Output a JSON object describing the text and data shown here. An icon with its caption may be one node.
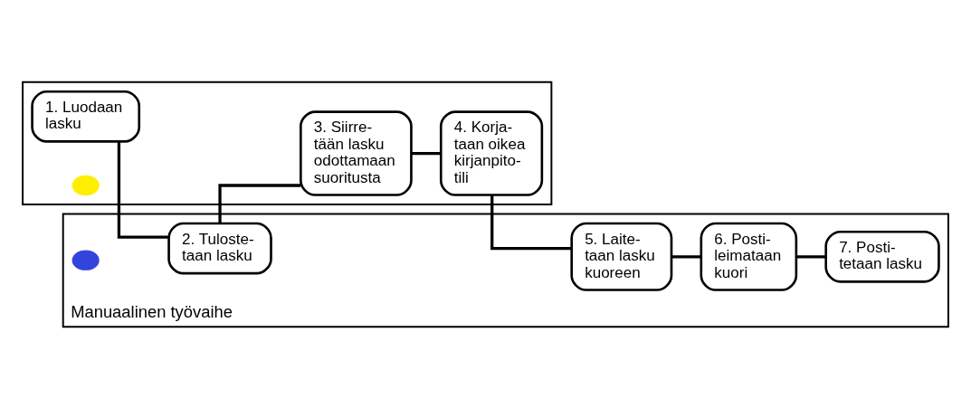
{
  "diagram": {
    "nodes": [
      {
        "text": [
          "Manuaalinen työvaihe"
        ]
      },
      {
        "text": [],
        "shape": "band"
      },
      {
        "text": [
          "1. Luodaan lasku"
        ],
        "in": 1
      },
      {
        "text": [
          "2. Tuloste- taan lasku"
        ],
        "in": 0
      },
      {
        "text": [
          "3. Siirre- tään lasku odottamaan suoritusta"
        ],
        "in": 1
      },
      {
        "text": [
          "4. Korja- taan oikea kirjanpito- tili"
        ],
        "in": 1
      },
      {
        "text": [
          "5. Laite- taan lasku kuoreen"
        ],
        "in": 0
      },
      {
        "text": [
          "6. Posti- leimataan kuori"
        ],
        "in": 0
      },
      {
        "text": [
          "7. Posti- tetaan lasku"
        ],
        "in": 0
      },
      {
        "text": [],
        "shape": "circle",
        "in": 1
      },
      {
        "text": [],
        "shape": "circle",
        "in": 0
      }
    ],
    "edges": [
      {
        "from": 2,
        "to": 3,
        "arrow": "none"
      },
      {
        "from": 3,
        "to": 4,
        "arrow": "none"
      },
      {
        "from": 4,
        "to": 5,
        "arrow": "none"
      },
      {
        "from": 5,
        "to": 6,
        "arrow": "none"
      },
      {
        "from": 6,
        "to": 7,
        "arrow": "none"
      },
      {
        "from": 7,
        "to": 8,
        "arrow": "none"
      }
    ]
  }
}
